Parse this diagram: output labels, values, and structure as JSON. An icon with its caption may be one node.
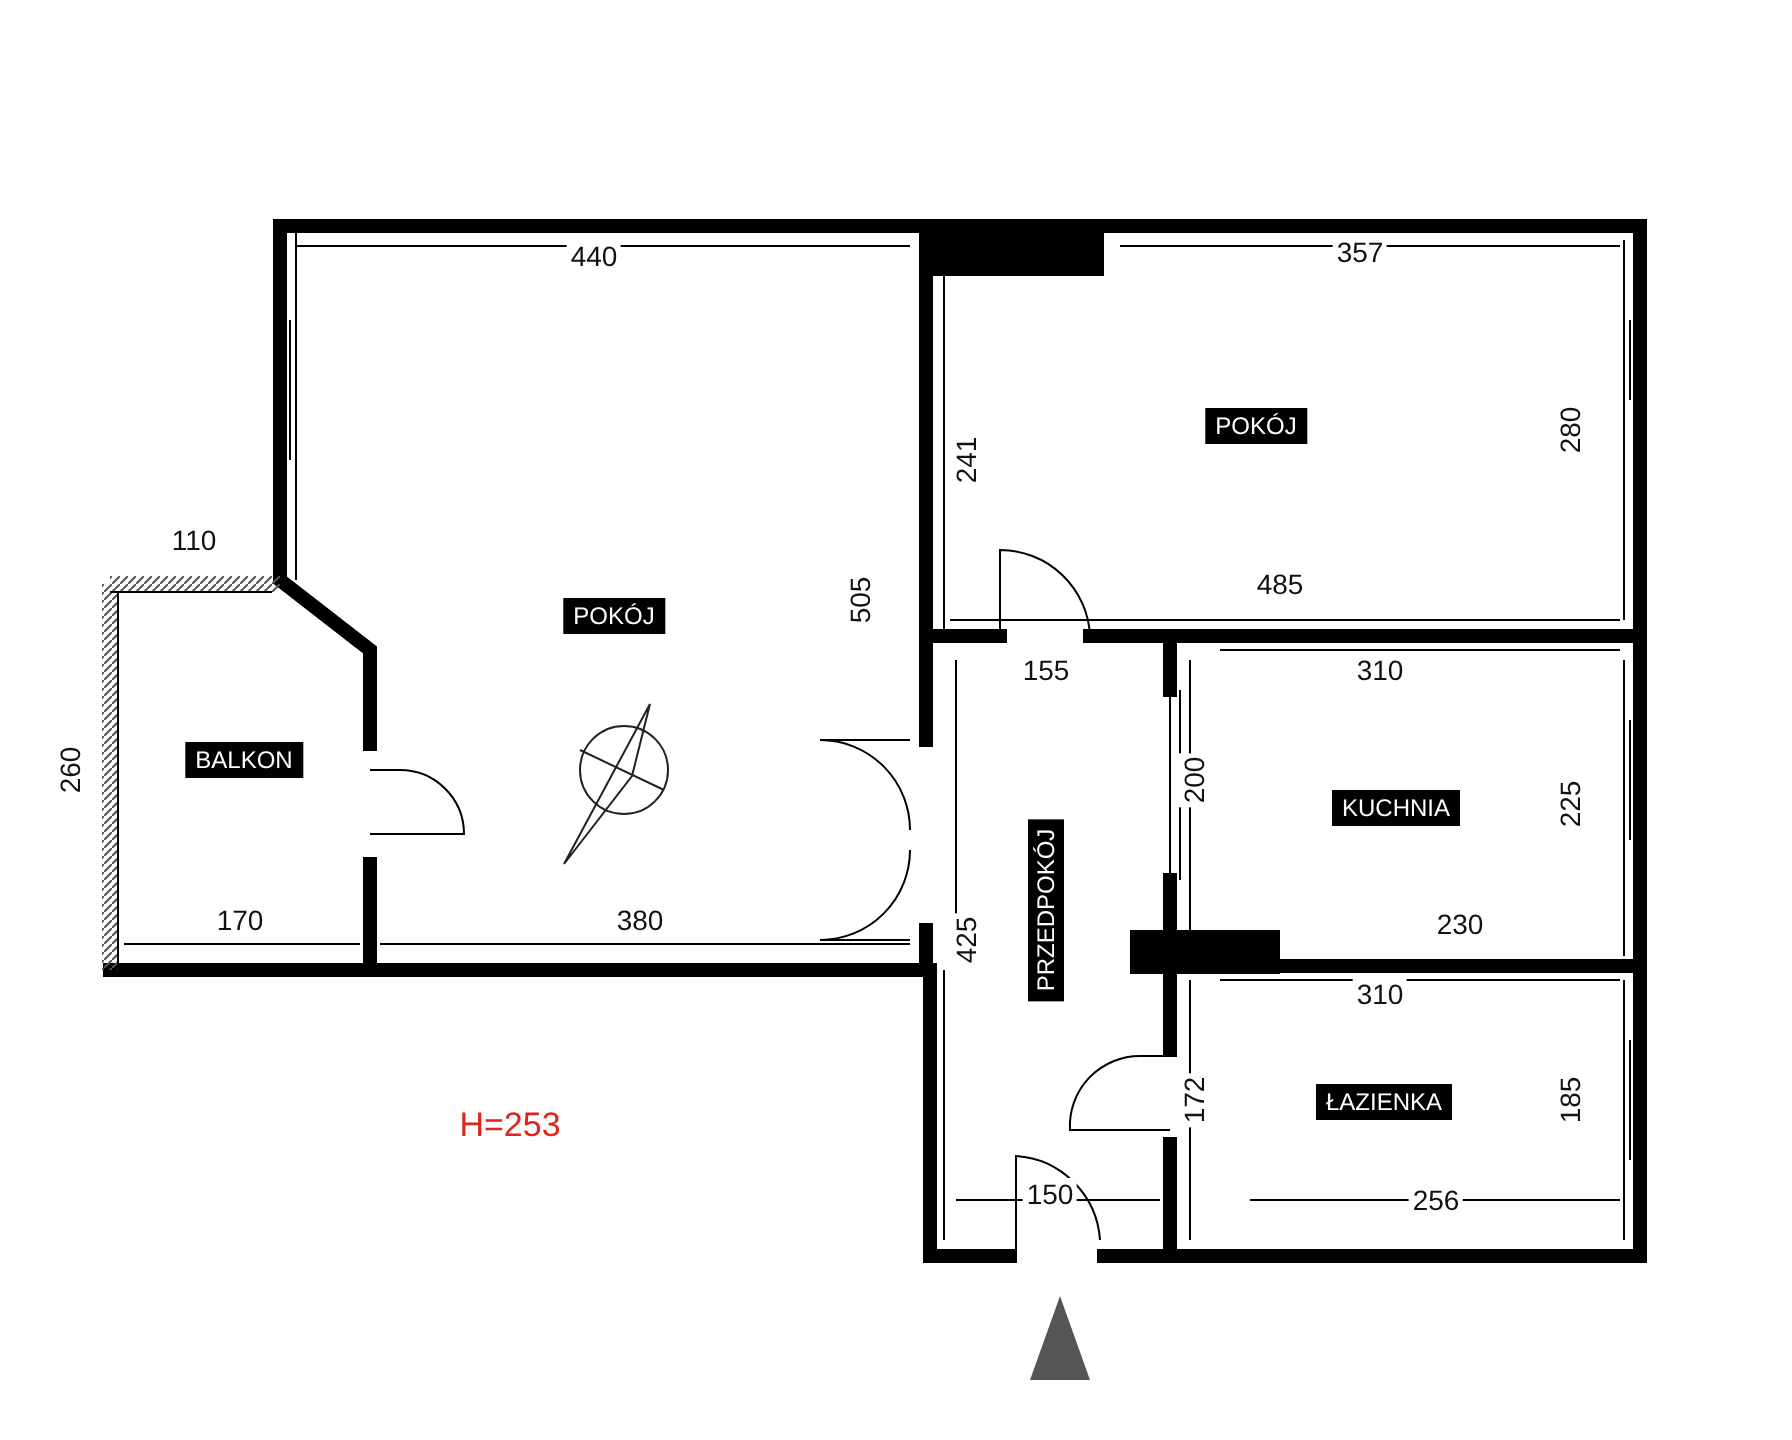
{
  "diagram": {
    "nodes": [
      {
        "text": [
          "POKÓJ"
        ]
      },
      {
        "text": [
          "POKÓJ"
        ]
      },
      {
        "text": [
          "BALKON"
        ]
      },
      {
        "text": [
          "PRZEDPOKÓJ"
        ]
      },
      {
        "text": [
          "KUCHNIA"
        ]
      },
      {
        "text": [
          "ŁAZIENKA"
        ]
      }
    ],
    "labels": [
      "440",
      "357",
      "241",
      "280",
      "110",
      "485",
      "505",
      "155",
      "310",
      "260",
      "200",
      "225",
      "170",
      "380",
      "425",
      "230",
      "310",
      "172",
      "185",
      "150",
      "256",
      "H=253"
    ]
  }
}
